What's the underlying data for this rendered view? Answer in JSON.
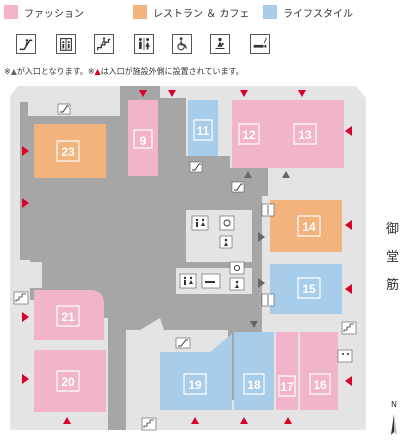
{
  "legend": [
    {
      "label": "ファッション",
      "color": "#f1b4ca"
    },
    {
      "label": "レストラン ＆ カフェ",
      "color": "#f2b37d"
    },
    {
      "label": "ライフスタイル",
      "color": "#a8cdea"
    }
  ],
  "facility_icons": [
    {
      "name": "escalator-icon"
    },
    {
      "name": "elevator-icon"
    },
    {
      "name": "stairs-icon"
    },
    {
      "name": "restroom-icon"
    },
    {
      "name": "accessible-restroom-icon"
    },
    {
      "name": "baby-room-icon"
    },
    {
      "name": "smoking-area-icon"
    }
  ],
  "note": {
    "part1": "※",
    "marker1": "▲",
    "part2": "が入口となります。※",
    "marker2": "▲",
    "part3": "は入口が施設外側に設置されています。"
  },
  "stores": [
    {
      "number": "9",
      "category": "fashion"
    },
    {
      "number": "11",
      "category": "lifestyle"
    },
    {
      "number": "12",
      "category": "fashion"
    },
    {
      "number": "13",
      "category": "fashion"
    },
    {
      "number": "14",
      "category": "restaurant"
    },
    {
      "number": "15",
      "category": "lifestyle"
    },
    {
      "number": "16",
      "category": "fashion"
    },
    {
      "number": "17",
      "category": "fashion"
    },
    {
      "number": "18",
      "category": "lifestyle"
    },
    {
      "number": "19",
      "category": "lifestyle"
    },
    {
      "number": "20",
      "category": "fashion"
    },
    {
      "number": "21",
      "category": "fashion"
    },
    {
      "number": "23",
      "category": "restaurant"
    }
  ],
  "street": {
    "chars": [
      "御",
      "堂",
      "筋"
    ]
  },
  "north": {
    "label": "N"
  },
  "colors": {
    "fashion": "#f1b4ca",
    "restaurant": "#f2b37d",
    "lifestyle": "#a8cdea",
    "corridor": "#a6a6a6",
    "building": "#e4e4e4",
    "entrance_red": "#d9002c",
    "entrance_gray": "#666666"
  }
}
